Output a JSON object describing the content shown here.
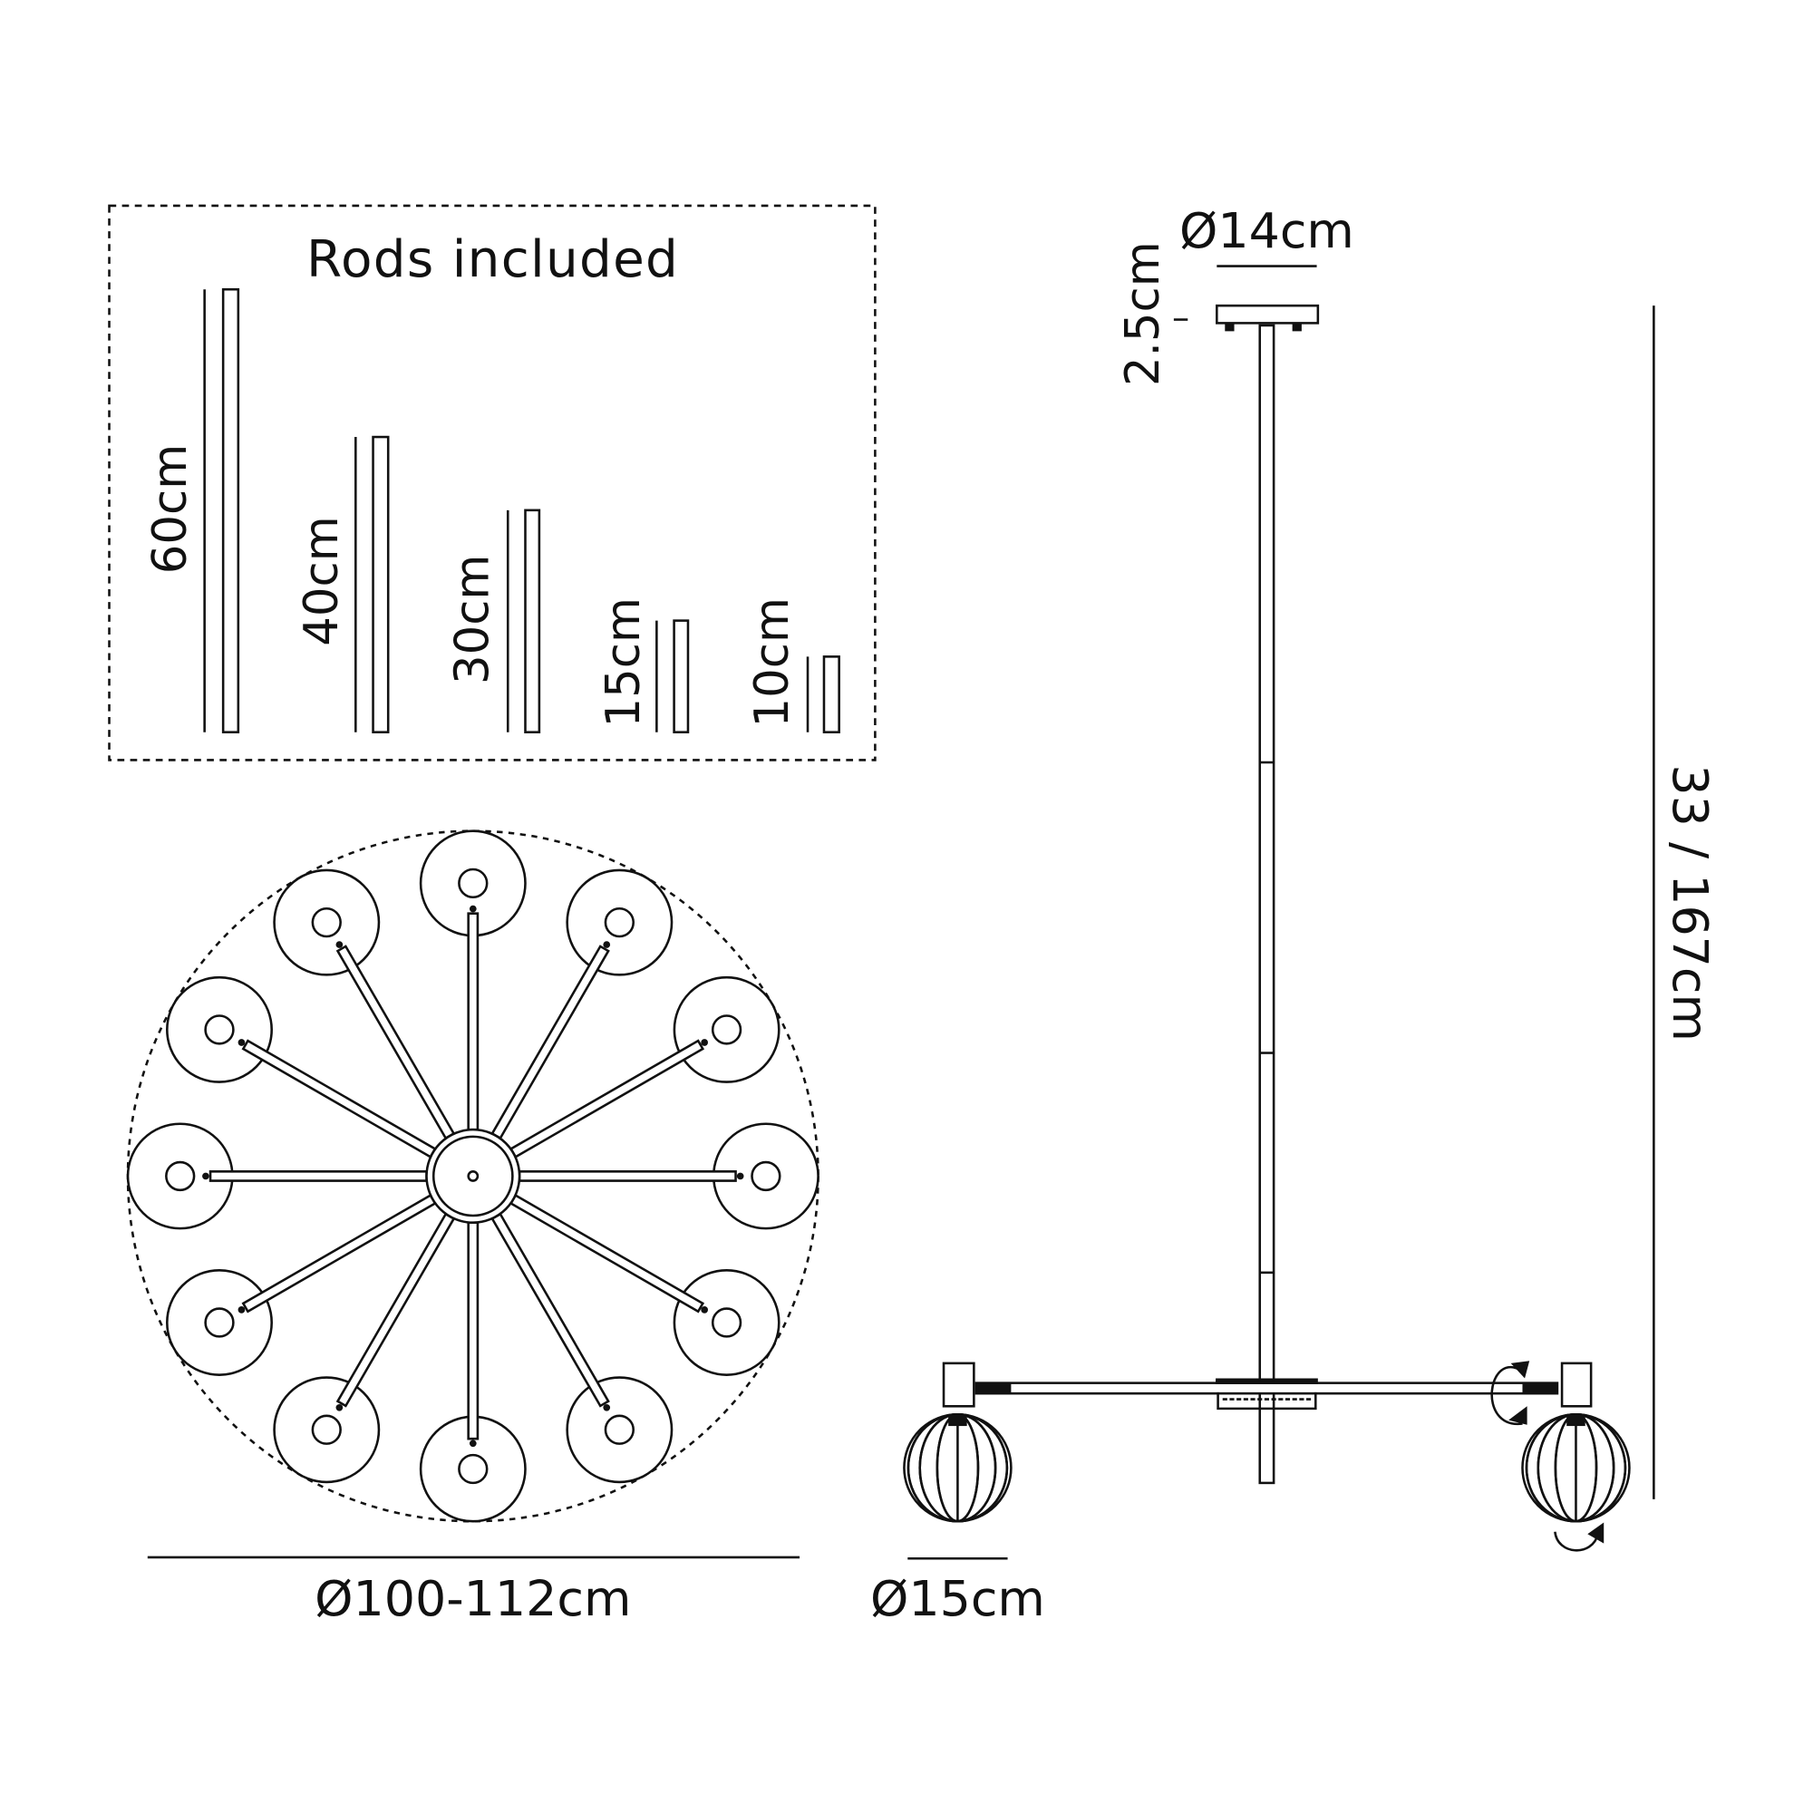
{
  "rods_box": {
    "title": "Rods included",
    "rods": [
      {
        "label": "60cm"
      },
      {
        "label": "40cm"
      },
      {
        "label": "30cm"
      },
      {
        "label": "15cm"
      },
      {
        "label": "10cm"
      }
    ]
  },
  "top_view": {
    "arm_count": 12,
    "diameter_label": "Ø100-112cm"
  },
  "side_view": {
    "canopy_diameter_label": "Ø14cm",
    "canopy_height_label": "2.5cm",
    "drop_label": "33 / 167cm",
    "globe_diameter_label": "Ø15cm"
  },
  "colors": {
    "line": "#111111",
    "background": "#ffffff"
  }
}
